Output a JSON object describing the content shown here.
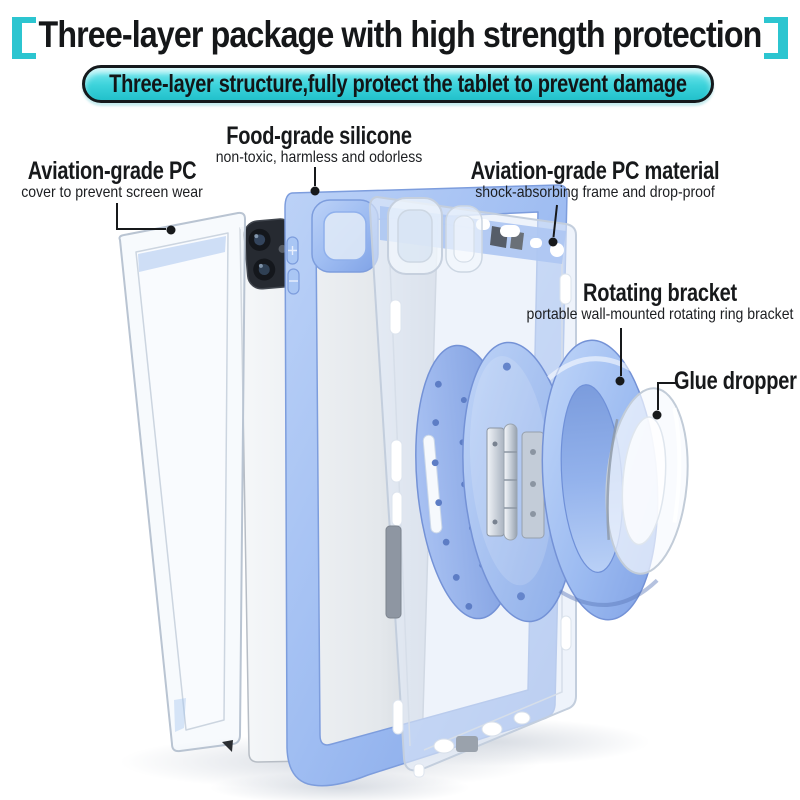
{
  "title": {
    "open_bracket": "【",
    "text": "Three-layer package with high strength protection",
    "close_bracket": "】"
  },
  "banner": {
    "text": "Three-layer structure,fully protect the tablet to prevent damage"
  },
  "callouts": {
    "front_cover": {
      "title": "Aviation-grade PC",
      "subtitle": "cover to prevent screen wear"
    },
    "silicone": {
      "title": "Food-grade silicone",
      "subtitle": "non-toxic, harmless and odorless"
    },
    "frame": {
      "title": "Aviation-grade PC material",
      "subtitle": "shock-absorbing frame and drop-proof"
    },
    "bracket": {
      "title": "Rotating bracket",
      "subtitle": "portable wall-mounted rotating ring bracket"
    },
    "glue": {
      "title": "Glue dropper"
    }
  },
  "colors": {
    "accent_teal": "#2cc5d0",
    "silicone_blue": "#9fbdf2",
    "callout_line": "#17191b"
  }
}
